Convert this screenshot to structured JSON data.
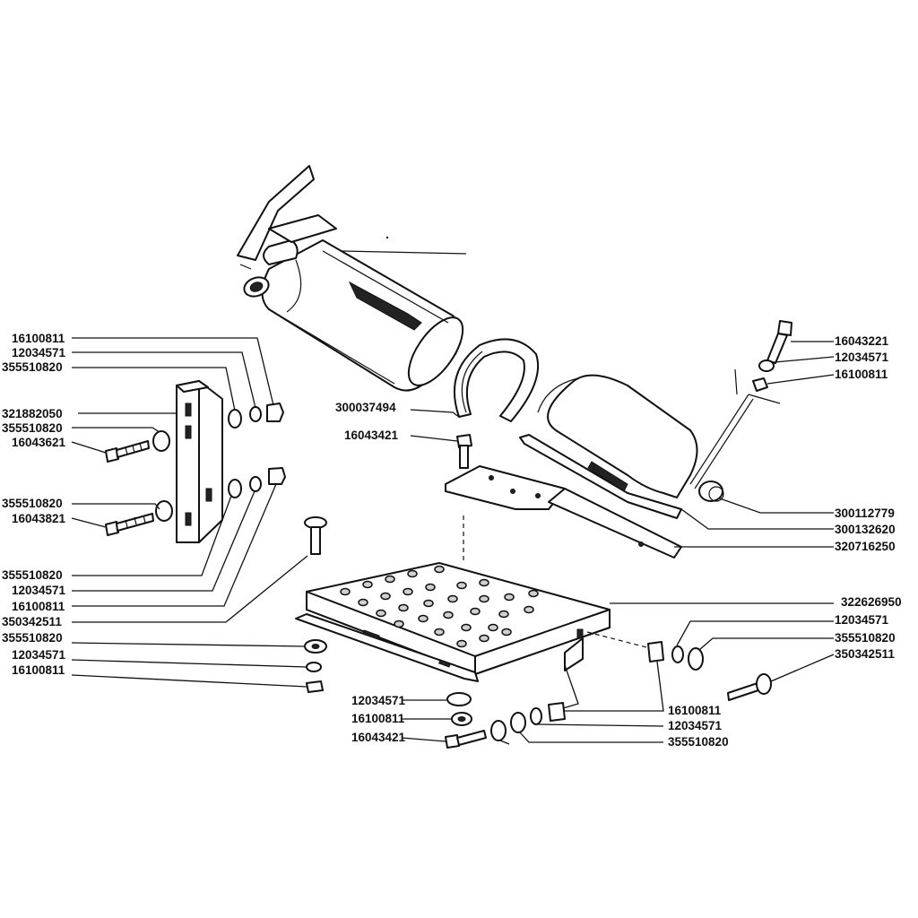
{
  "labels": {
    "l_16100811_a": "16100811",
    "l_12034571_a": "12034571",
    "l_355510820_a": "355510820",
    "l_321882050": "321882050",
    "l_355510820_b": "355510820",
    "l_16043621": "16043621",
    "l_355510820_c": "355510820",
    "l_16043821": "16043821",
    "l_355510820_d": "355510820",
    "l_12034571_b": "12034571",
    "l_16100811_b": "16100811",
    "l_350342511_a": "350342511",
    "l_355510820_e": "355510820",
    "l_12034571_c": "12034571",
    "l_16100811_c": "16100811",
    "l_300037494": "300037494",
    "l_16043421_a": "16043421",
    "l_16043221": "16043221",
    "l_12034571_d": "12034571",
    "l_16100811_d": "16100811",
    "l_300112779": "300112779",
    "l_300132620": "300132620",
    "l_320716250": "320716250",
    "l_322626950": "322626950",
    "l_12034571_e": "12034571",
    "l_355510820_f": "355510820",
    "l_350342511_b": "350342511",
    "l_12034571_f": "12034571",
    "l_16100811_e": "16100811",
    "l_16043421_b": "16043421",
    "l_16100811_f": "16100811",
    "l_12034571_g": "12034571",
    "l_355510820_g": "355510820"
  }
}
